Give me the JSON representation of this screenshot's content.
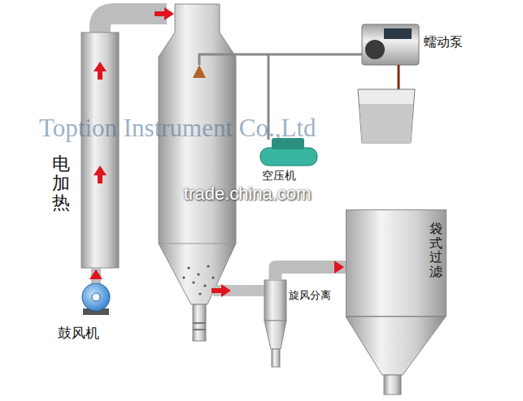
{
  "diagram": {
    "nodes": [
      {
        "text": [
          "电加热"
        ]
      },
      {
        "text": [
          "鼓风机"
        ]
      },
      {
        "text": [
          "蠕动泵"
        ]
      },
      {
        "text": [
          "空压机"
        ]
      },
      {
        "text": [
          "旋风分离"
        ]
      },
      {
        "text": [
          "袋式过滤"
        ]
      }
    ],
    "edges": [
      {
        "from": 1,
        "to": 0,
        "arrow": "to"
      },
      {
        "from": 4,
        "to": 5,
        "arrow": "to"
      }
    ],
    "labels": [
      "Toption Instrument Co.,Ltd",
      "trade.china.com"
    ]
  }
}
